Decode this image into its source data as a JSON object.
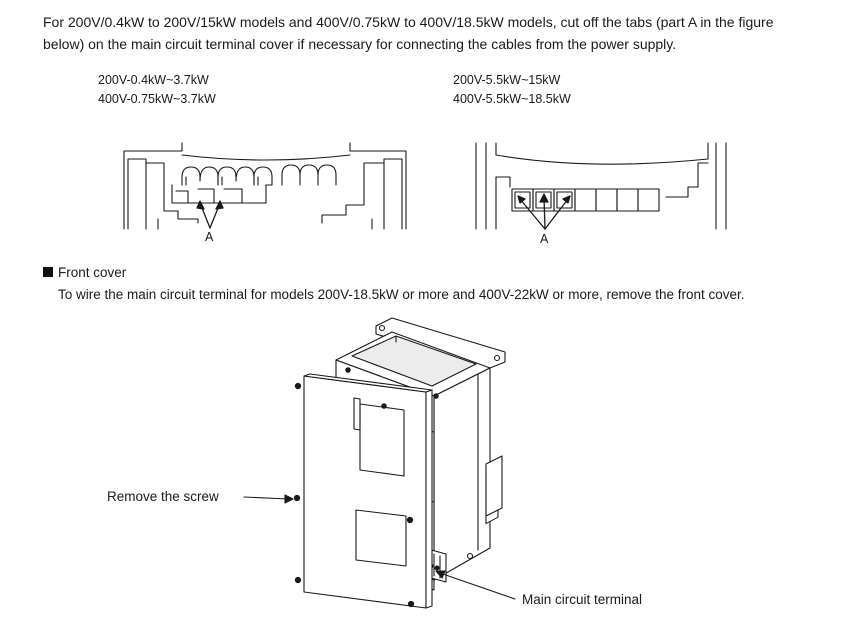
{
  "intro": {
    "line1": "For 200V/0.4kW to 200V/15kW models and 400V/0.75kW to 400V/18.5kW models, cut off the tabs (part A in the figure",
    "line2": "below) on the main circuit terminal cover if necessary for connecting the cables from the power supply."
  },
  "figure_left": {
    "caption_line1": "200V-0.4kW~3.7kW",
    "caption_line2": "400V-0.75kW~3.7kW",
    "part_label": "A"
  },
  "figure_right": {
    "caption_line1": "200V-5.5kW~15kW",
    "caption_line2": "400V-5.5kW~18.5kW",
    "part_label": "A"
  },
  "front_cover": {
    "heading": "Front cover",
    "bullet_icon": "square-bullet-icon",
    "body": "To wire the main circuit terminal for models 200V-18.5kW or more and 400V-22kW or more, remove the front cover."
  },
  "illustration": {
    "screw_callout": "Remove the screw",
    "terminal_callout": "Main circuit terminal"
  }
}
